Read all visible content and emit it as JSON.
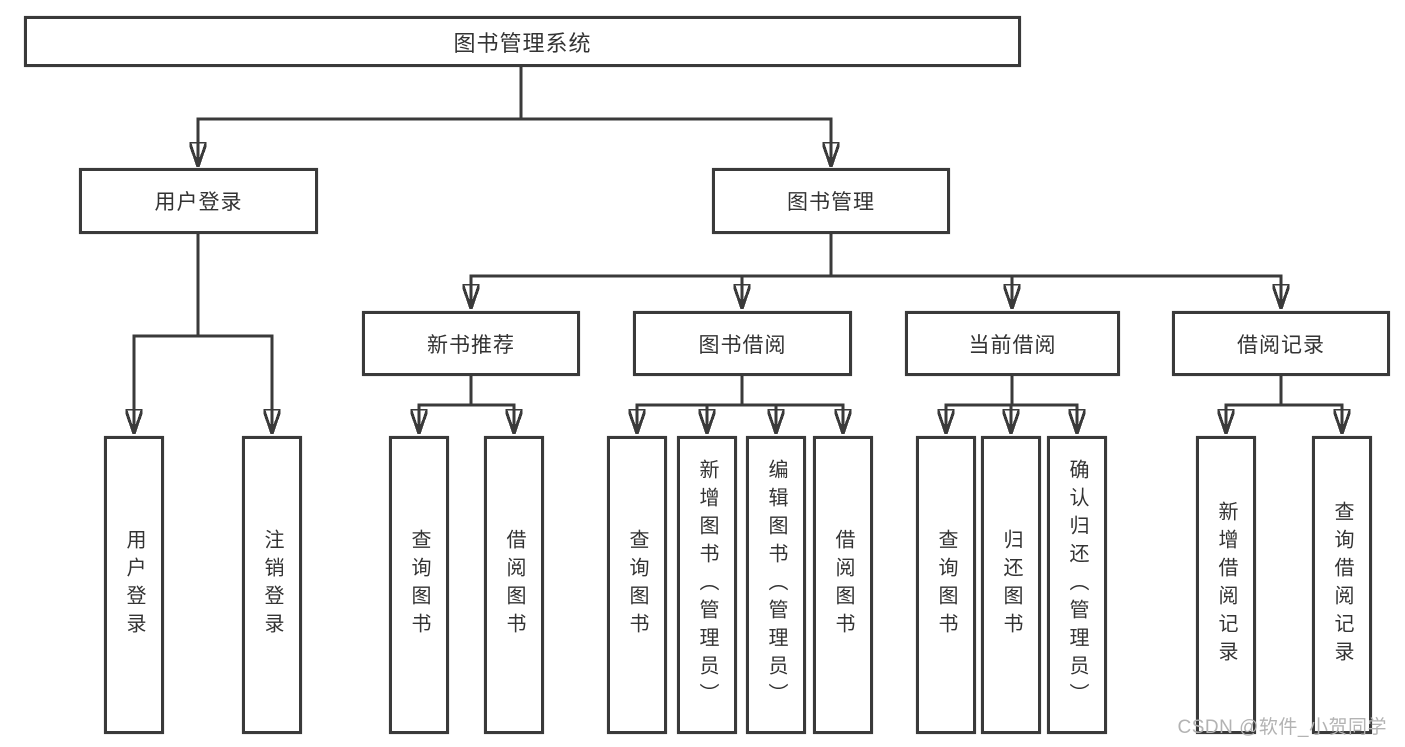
{
  "tree": {
    "root": {
      "label": "图书管理系统",
      "children": [
        {
          "label": "用户登录",
          "children": [
            {
              "label": "用户登录"
            },
            {
              "label": "注销登录"
            }
          ]
        },
        {
          "label": "图书管理",
          "children": [
            {
              "label": "新书推荐",
              "children": [
                {
                  "label": "查询图书"
                },
                {
                  "label": "借阅图书"
                }
              ]
            },
            {
              "label": "图书借阅",
              "children": [
                {
                  "label": "查询图书"
                },
                {
                  "label": "新增图书（管理员）"
                },
                {
                  "label": "编辑图书（管理员）"
                },
                {
                  "label": "借阅图书"
                }
              ]
            },
            {
              "label": "当前借阅",
              "children": [
                {
                  "label": "查询图书"
                },
                {
                  "label": "归还图书"
                },
                {
                  "label": "确认归还（管理员）"
                }
              ]
            },
            {
              "label": "借阅记录",
              "children": [
                {
                  "label": "新增借阅记录"
                },
                {
                  "label": "查询借阅记录"
                }
              ]
            }
          ]
        }
      ]
    }
  },
  "watermark": "CSDN @软件_小贺同学",
  "colors": {
    "line": "#3a3a3a",
    "text": "#333333",
    "watermark": "#b3b3b3",
    "background": "#ffffff"
  }
}
